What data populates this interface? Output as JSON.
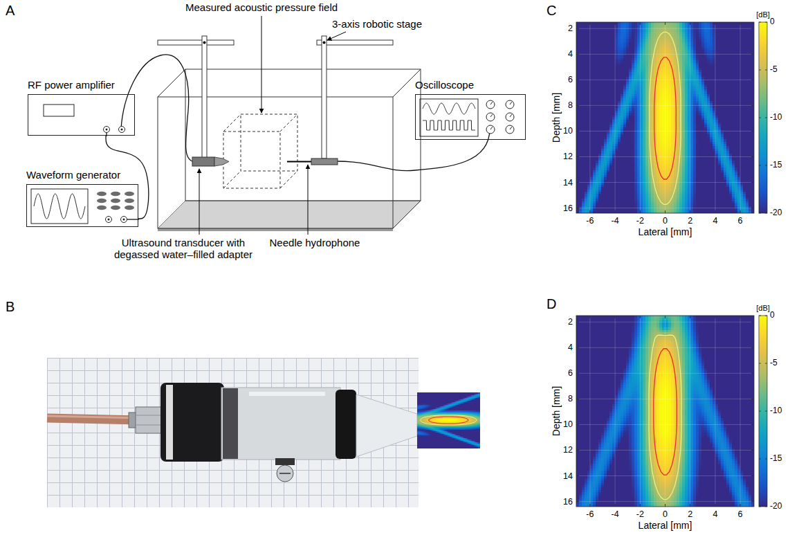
{
  "diagram": {
    "nodes": [
      {
        "text": [
          "RF power amplifier"
        ]
      },
      {
        "text": [
          "Waveform generator"
        ]
      },
      {
        "text": [
          "Oscilloscope"
        ]
      }
    ],
    "edges": [
      {
        "from": 1,
        "to": 0,
        "arrow": "none"
      }
    ],
    "labels": [
      "A",
      "Measured acoustic pressure field",
      "3-axis robotic stage",
      "Ultrasound transducer with degassed water–filled adapter",
      "Needle hydrophone",
      "B",
      "C",
      "[dB]",
      "0",
      "-5",
      "-10",
      "-15",
      "-20",
      "2",
      "4",
      "6",
      "8",
      "10",
      "12",
      "14",
      "16",
      "Depth [mm]",
      "-6",
      "-4",
      "-2",
      "0",
      "2",
      "4",
      "6",
      "Lateral [mm]",
      "D",
      "[dB]",
      "0",
      "-5",
      "-10",
      "-15",
      "-20",
      "2",
      "4",
      "6",
      "8",
      "10",
      "12",
      "14",
      "16",
      "Depth [mm]",
      "-6",
      "-4",
      "-2",
      "0",
      "2",
      "4",
      "6",
      "Lateral [mm]"
    ]
  }
}
